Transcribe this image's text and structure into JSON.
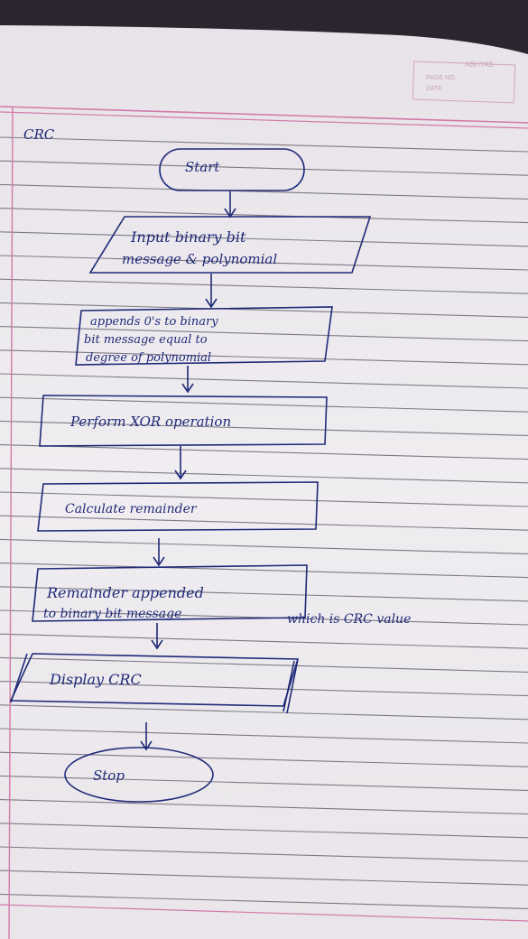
{
  "header": {
    "abhyas_label": "ABHYAS",
    "page_no_label": "PAGE NO.",
    "date_label": "DATE"
  },
  "title": "CRC",
  "flowchart": {
    "start": "Start",
    "input_line1": "Input binary bit",
    "input_line2": "message & polynomial",
    "append_line1": "appends 0's to binary",
    "append_line2": "bit message equal to",
    "append_line3": "degree of polynomial",
    "xor": "Perform XOR operation",
    "remainder": "Calculate remainder",
    "append_remainder_line1": "Remainder appended",
    "append_remainder_line2": "to binary bit message",
    "append_remainder_side": "which is CRC value",
    "display": "Display CRC",
    "stop": "Stop"
  },
  "colors": {
    "paper": "#f1eef2",
    "ruled_line": "#7d7a86",
    "margin_line": "#d27aa8",
    "ink": "#1f2a78"
  }
}
